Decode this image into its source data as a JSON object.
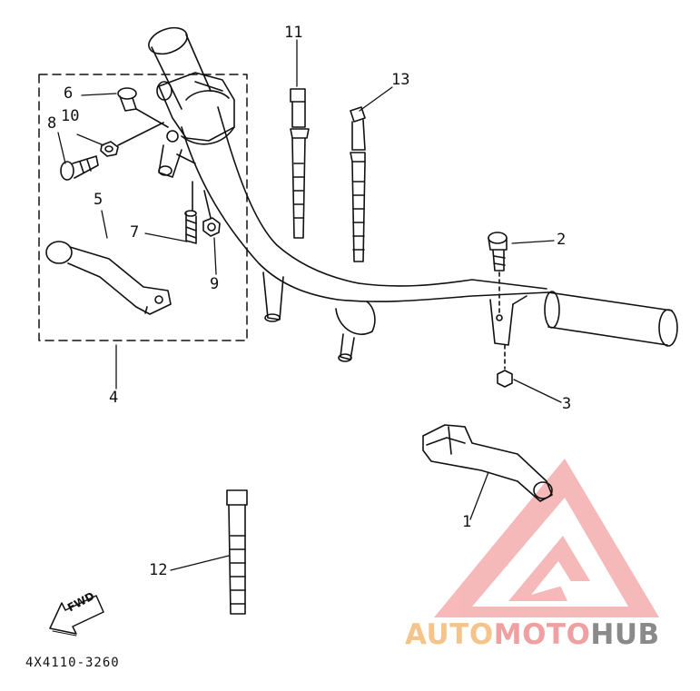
{
  "callouts": [
    {
      "id": "c1",
      "label": "1"
    },
    {
      "id": "c2",
      "label": "2"
    },
    {
      "id": "c3",
      "label": "3"
    },
    {
      "id": "c4",
      "label": "4"
    },
    {
      "id": "c5",
      "label": "5"
    },
    {
      "id": "c6",
      "label": "6"
    },
    {
      "id": "c7",
      "label": "7"
    },
    {
      "id": "c8",
      "label": "8"
    },
    {
      "id": "c9",
      "label": "9"
    },
    {
      "id": "c10",
      "label": "10"
    },
    {
      "id": "c11",
      "label": "11"
    },
    {
      "id": "c12",
      "label": "12"
    },
    {
      "id": "c13",
      "label": "13"
    }
  ],
  "part_number": "4X4110-3260",
  "fwd_label": "FWD",
  "watermark": {
    "part1": "AUTO",
    "part2": "MOTO",
    "part3": "HUB",
    "colors": {
      "auto": "#f4c48a",
      "moto": "#f0a0a0",
      "hub": "#8a8a8a",
      "logo": "#f08080"
    }
  }
}
